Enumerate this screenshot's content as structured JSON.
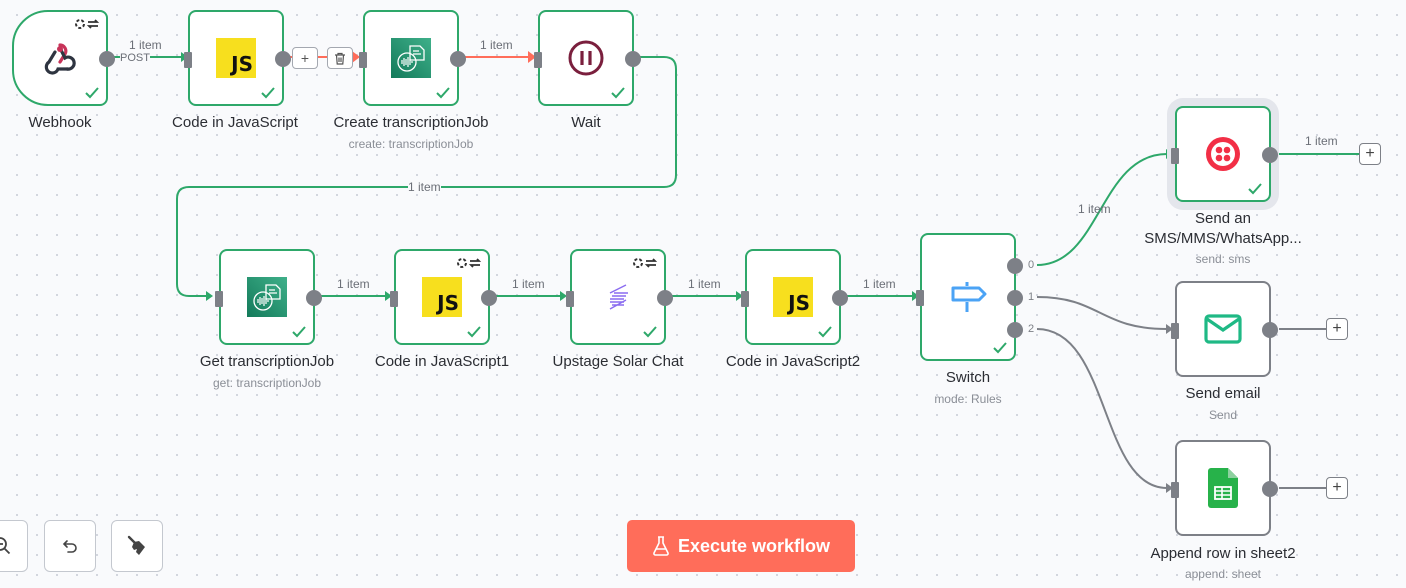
{
  "colors": {
    "success": "#2ea86a",
    "pinned_edge": "#ff6d5a",
    "inactive": "#7d8087",
    "accent": "#ff6d5a"
  },
  "nodes": [
    {
      "id": "webhook",
      "name": "Webhook",
      "subtitle": "",
      "icon": "webhook-icon",
      "status": "success",
      "trigger": true,
      "loop_icon": true
    },
    {
      "id": "code1",
      "name": "Code in JavaScript",
      "subtitle": "",
      "icon": "javascript-icon",
      "status": "success",
      "loop_icon": false
    },
    {
      "id": "create",
      "name": "Create transcriptionJob",
      "subtitle": "create: transcriptionJob",
      "icon": "aws-transcribe-icon",
      "status": "success",
      "loop_icon": false
    },
    {
      "id": "wait",
      "name": "Wait",
      "subtitle": "",
      "icon": "pause-icon",
      "status": "success",
      "loop_icon": false
    },
    {
      "id": "get",
      "name": "Get transcriptionJob",
      "subtitle": "get: transcriptionJob",
      "icon": "aws-transcribe-icon",
      "status": "success",
      "loop_icon": false
    },
    {
      "id": "code2",
      "name": "Code in JavaScript1",
      "subtitle": "",
      "icon": "javascript-icon",
      "status": "success",
      "loop_icon": true
    },
    {
      "id": "solar",
      "name": "Upstage Solar Chat",
      "subtitle": "",
      "icon": "upstage-solar-icon",
      "status": "success",
      "loop_icon": true
    },
    {
      "id": "code3",
      "name": "Code in JavaScript2",
      "subtitle": "",
      "icon": "javascript-icon",
      "status": "success",
      "loop_icon": false
    },
    {
      "id": "switch",
      "name": "Switch",
      "subtitle": "mode: Rules",
      "icon": "signpost-icon",
      "status": "success",
      "outputs": [
        "0",
        "1",
        "2"
      ]
    },
    {
      "id": "sms",
      "name": "Send an SMS/MMS/WhatsApp...",
      "name_line1": "Send an",
      "name_line2": "SMS/MMS/WhatsApp...",
      "subtitle": "send: sms",
      "icon": "twilio-icon",
      "status": "success",
      "selected": true
    },
    {
      "id": "email",
      "name": "Send email",
      "subtitle": "Send",
      "icon": "mail-icon",
      "status": "idle"
    },
    {
      "id": "sheet",
      "name": "Append row in sheet2",
      "subtitle": "append: sheet",
      "icon": "google-sheets-icon",
      "status": "idle"
    }
  ],
  "edges": [
    {
      "from": "webhook",
      "to": "code1",
      "label": "1 item",
      "output_label": "POST"
    },
    {
      "from": "code1",
      "to": "create",
      "label": "",
      "hovered": true
    },
    {
      "from": "create",
      "to": "wait",
      "label": "1 item",
      "pinned": true
    },
    {
      "from": "wait",
      "to": "get",
      "label": "1 item"
    },
    {
      "from": "get",
      "to": "code2",
      "label": "1 item"
    },
    {
      "from": "code2",
      "to": "solar",
      "label": "1 item"
    },
    {
      "from": "solar",
      "to": "code3",
      "label": "1 item"
    },
    {
      "from": "code3",
      "to": "switch",
      "label": "1 item"
    },
    {
      "from": "switch",
      "output": "0",
      "to": "sms",
      "label": "1 item"
    },
    {
      "from": "switch",
      "output": "1",
      "to": "email",
      "label": ""
    },
    {
      "from": "switch",
      "output": "2",
      "to": "sheet",
      "label": ""
    },
    {
      "from": "sms",
      "to": null,
      "label": "1 item"
    }
  ],
  "edge_actions": {
    "add": "+",
    "delete": "trash-icon"
  },
  "toolbar": {
    "zoom_out": "zoom-out-icon",
    "undo": "undo-icon",
    "clear": "broom-icon"
  },
  "execute_button": {
    "label": "Execute workflow",
    "icon": "flask-icon"
  }
}
